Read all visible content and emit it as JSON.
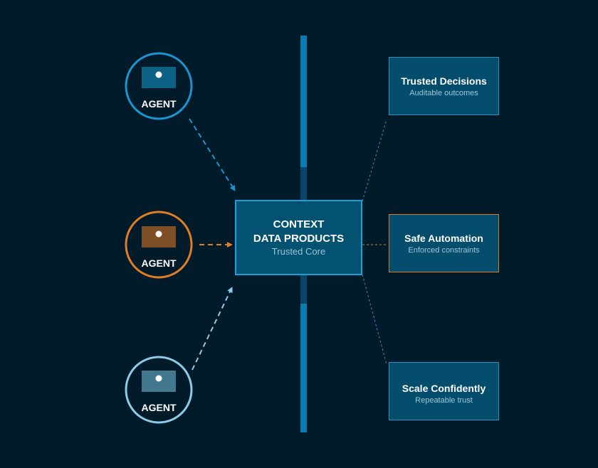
{
  "colors": {
    "background": "#021b2b",
    "spine": "#0b7cb0",
    "spine_dark": "#08456a",
    "agent_blue": "#1a95cf",
    "agent_orange": "#e07e25",
    "agent_light": "#8fcbe6",
    "core_fill": "#035272",
    "core_border": "#1b9fd8",
    "outcome_fill": "#044d6c",
    "outcome_border_blue": "#2c8fbd",
    "outcome_border_orange": "#d67a26",
    "text_white": "#ffffff",
    "text_muted": "#9cc6da"
  },
  "agents": [
    {
      "label": "AGENT",
      "icon": "monitor-icon",
      "accent": "#1a95cf",
      "screen": "#0c6184"
    },
    {
      "label": "AGENT",
      "icon": "monitor-icon",
      "accent": "#e07e25",
      "screen": "#7e4e26"
    },
    {
      "label": "AGENT",
      "icon": "monitor-icon",
      "accent": "#8fcbe6",
      "screen": "#42788e"
    }
  ],
  "core": {
    "title_line1": "CONTEXT",
    "title_line2": "DATA PRODUCTS",
    "subtitle": "Trusted Core"
  },
  "outcomes": [
    {
      "title": "Trusted Decisions",
      "subtitle": "Auditable outcomes"
    },
    {
      "title": "Safe Automation",
      "subtitle": "Enforced constraints"
    },
    {
      "title": "Scale Confidently",
      "subtitle": "Repeatable trust"
    }
  ]
}
